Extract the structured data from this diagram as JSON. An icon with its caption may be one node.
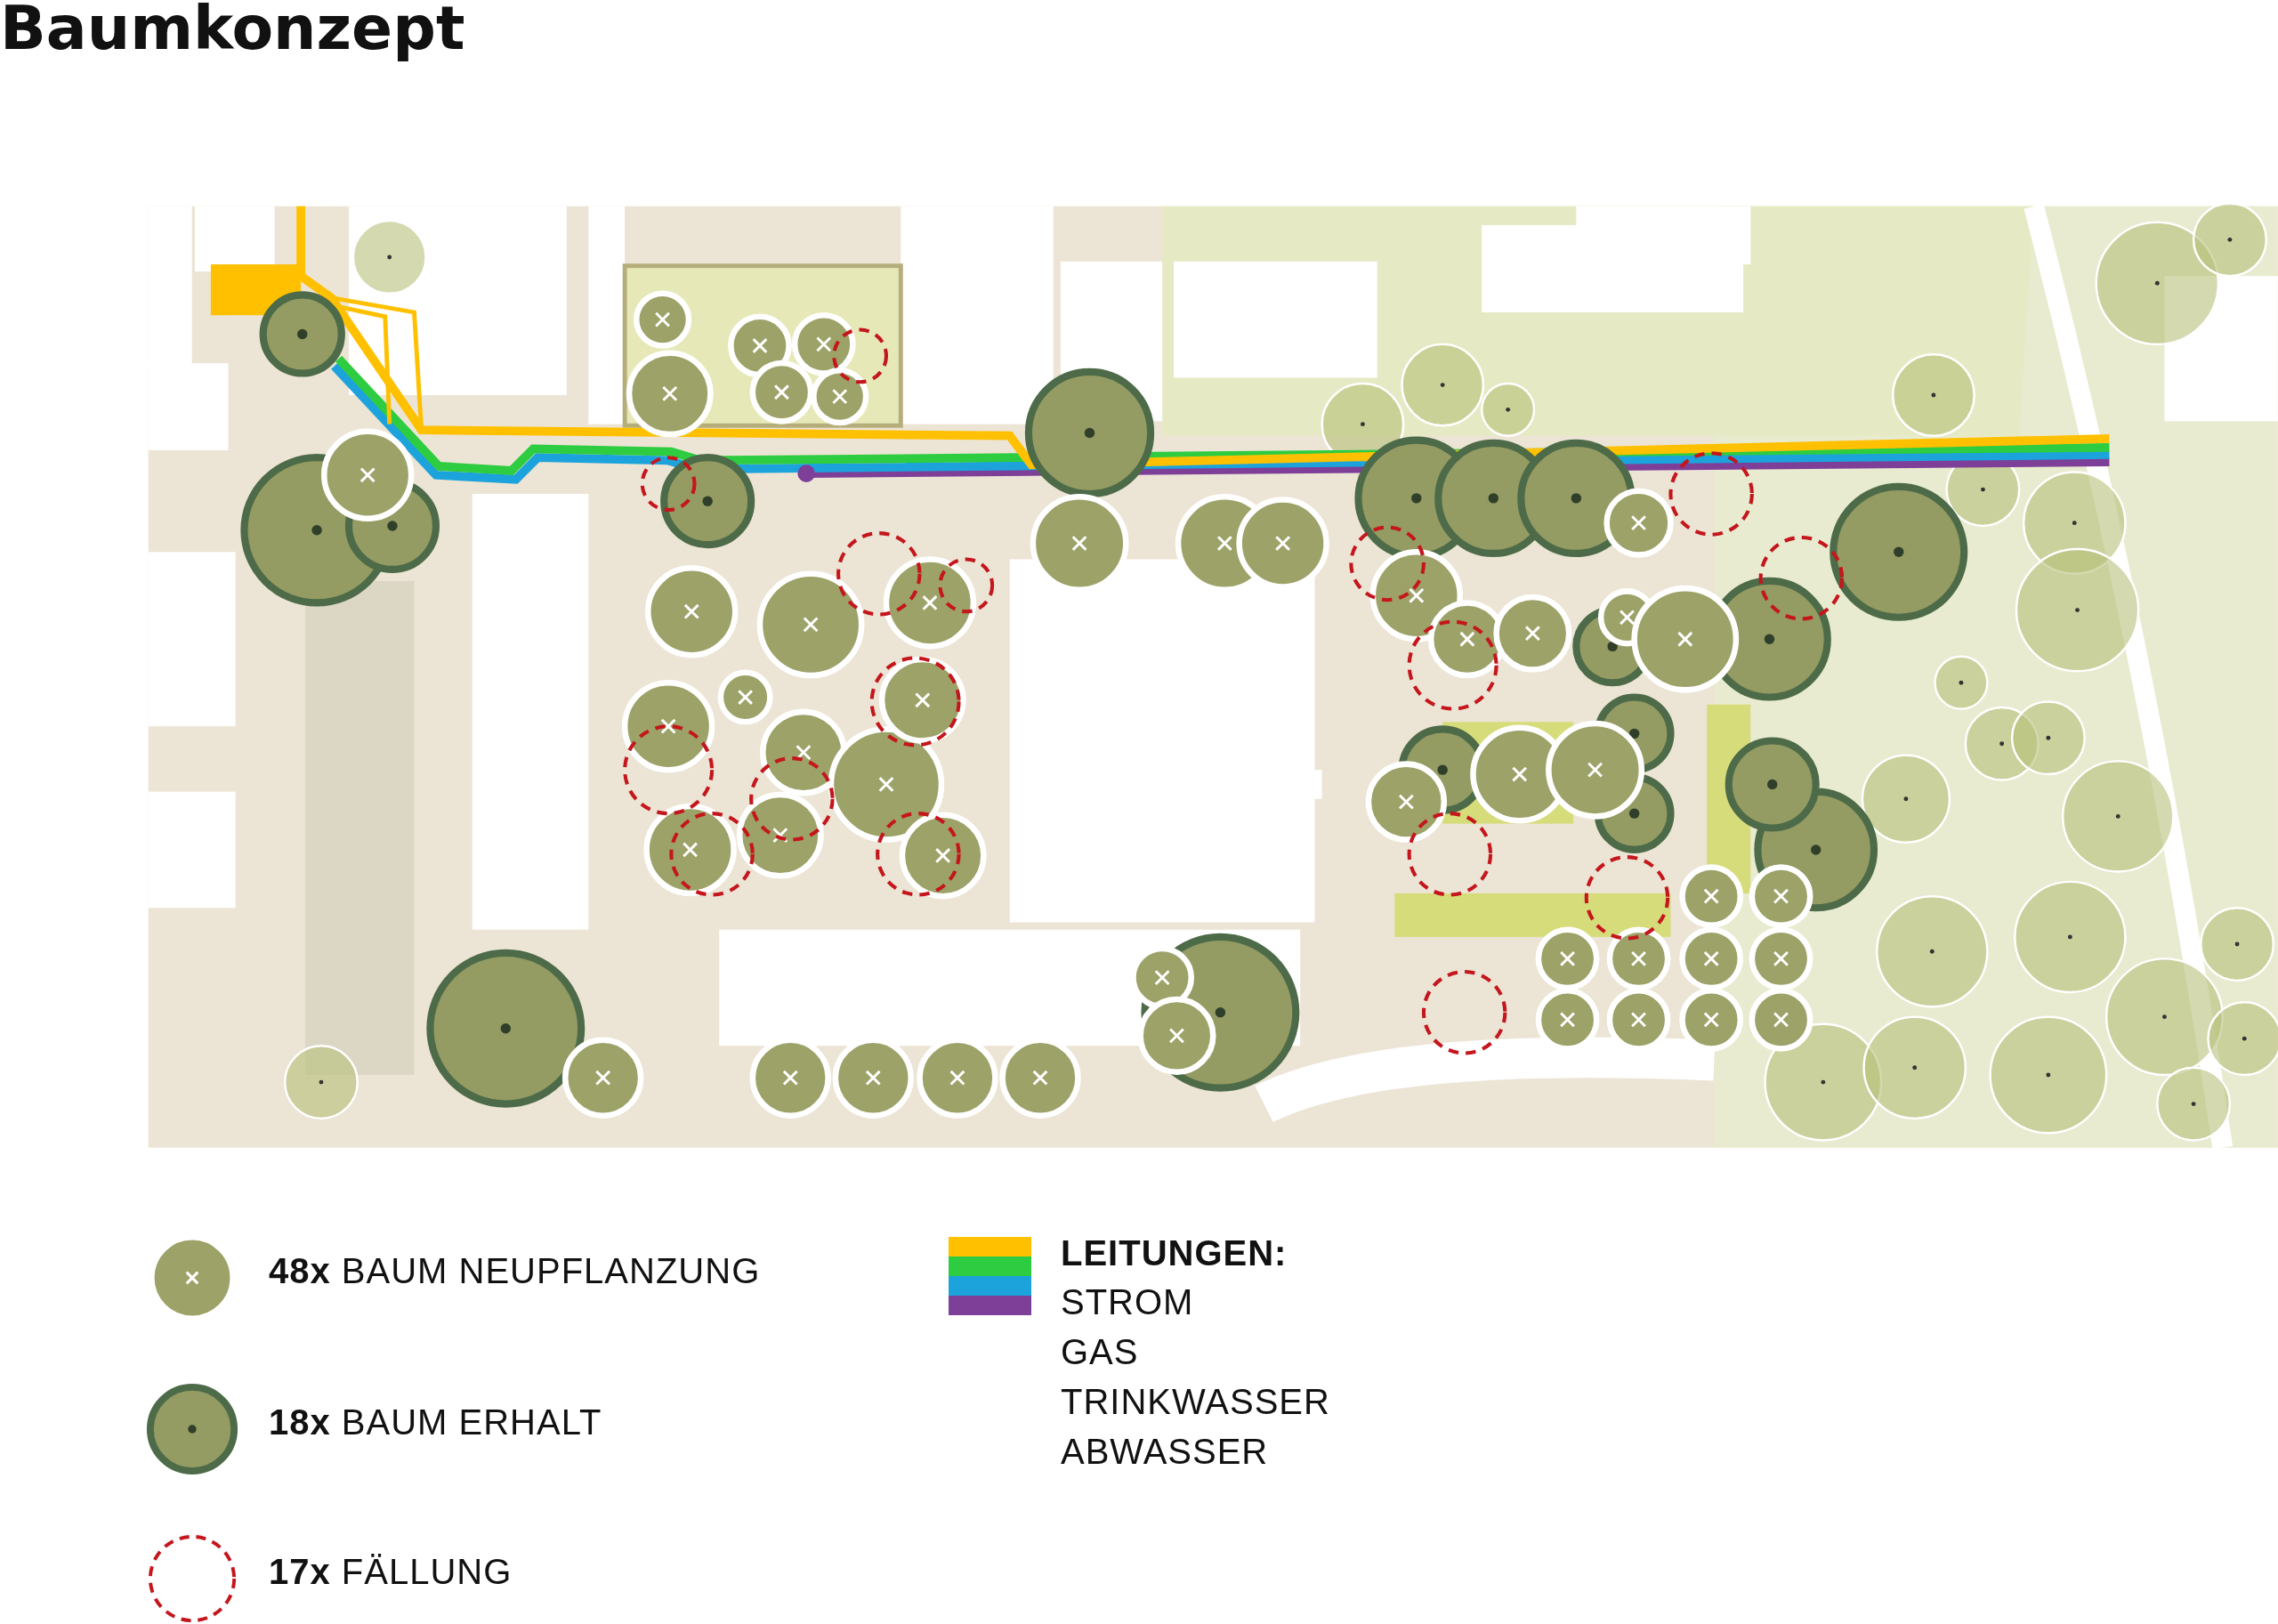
{
  "diagram": {
    "title": "Baumkonzept",
    "labels": [
      "LEITUNGEN:"
    ],
    "legend": [
      {
        "text": "**48x** BAUM NEUPFLANZUNG"
      },
      {
        "text": "**18x** BAUM ERHALT"
      },
      {
        "text": "**17x** FÄLLUNG"
      },
      {
        "text": "STROM",
        "color": "#ffc000"
      },
      {
        "text": "GAS",
        "color": "#2ecc40"
      },
      {
        "text": "TRINKWASSER",
        "color": "#1ca3dc"
      },
      {
        "text": "ABWASSER",
        "color": "#7d3f98"
      }
    ]
  }
}
